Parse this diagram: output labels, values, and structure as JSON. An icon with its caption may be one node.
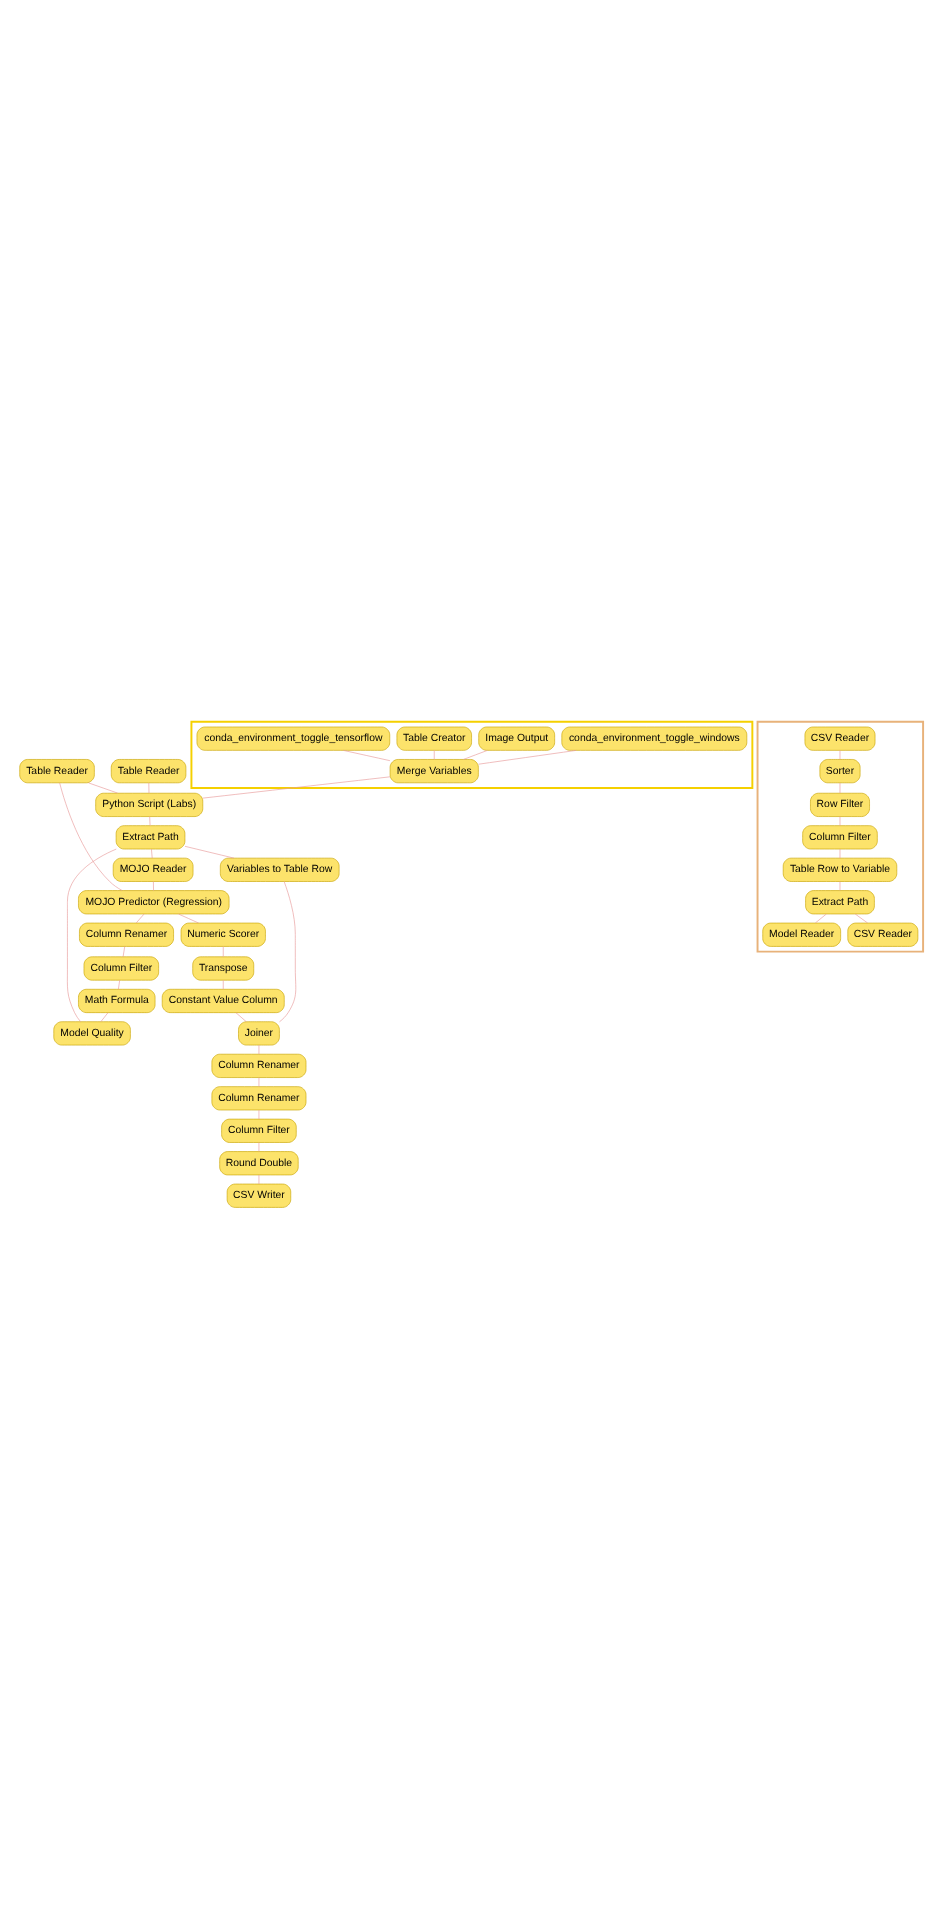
{
  "diagram": {
    "nodes": [
      {
        "text": [],
        "shape": "box"
      },
      {
        "text": [
          "Image Output"
        ],
        "in": 0
      },
      {
        "text": [
          "Table Creator"
        ],
        "in": 0
      },
      {
        "text": [
          "conda_environment_toggle_tensorflow"
        ],
        "in": 0
      },
      {
        "text": [
          "conda_environment_toggle_windows"
        ],
        "in": 0
      },
      {
        "text": [
          "Merge Variables"
        ],
        "in": 0
      },
      {
        "text": [
          "Table Reader"
        ]
      },
      {
        "text": [
          "Table Reader"
        ]
      },
      {
        "text": [
          "Python Script (Labs)"
        ]
      },
      {
        "text": [
          "Extract Path"
        ]
      },
      {
        "text": [
          "Variables to Table Row"
        ]
      },
      {
        "text": [
          "Joiner"
        ]
      },
      {
        "text": [
          "MOJO Reader"
        ]
      },
      {
        "text": [
          "MOJO Predictor (Regression)"
        ]
      },
      {
        "text": [
          "Numeric Scorer"
        ]
      },
      {
        "text": [
          "Transpose"
        ]
      },
      {
        "text": [
          "Constant Value Column"
        ]
      },
      {
        "text": [
          "Column Renamer"
        ]
      },
      {
        "text": [
          "Column Filter"
        ]
      },
      {
        "text": [
          "Math Formula"
        ]
      },
      {
        "text": [
          "Column Renamer"
        ]
      },
      {
        "text": [
          "Column Renamer"
        ]
      },
      {
        "text": [
          "Column Filter"
        ]
      },
      {
        "text": [
          "Round Double"
        ]
      },
      {
        "text": [
          "CSV Writer"
        ]
      },
      {
        "text": [
          "Model Quality"
        ]
      },
      {
        "text": [],
        "shape": "box"
      },
      {
        "text": [
          "CSV Reader"
        ],
        "in": 26
      },
      {
        "text": [
          "Sorter"
        ],
        "in": 26
      },
      {
        "text": [
          "Row Filter"
        ],
        "in": 26
      },
      {
        "text": [
          "Column Filter"
        ],
        "in": 26
      },
      {
        "text": [
          "Table Row to Variable"
        ],
        "in": 26
      },
      {
        "text": [
          "Extract Path"
        ],
        "in": 26
      },
      {
        "text": [
          "Model Reader"
        ],
        "in": 26
      },
      {
        "text": [
          "CSV Reader"
        ],
        "in": 26
      }
    ],
    "edges": [
      {
        "from": 1,
        "to": 5,
        "arrow": "none"
      },
      {
        "from": 2,
        "to": 5,
        "arrow": "none"
      },
      {
        "from": 3,
        "to": 5,
        "arrow": "none"
      },
      {
        "from": 4,
        "to": 5,
        "arrow": "none"
      },
      {
        "from": 5,
        "to": 8,
        "arrow": "none"
      },
      {
        "from": 6,
        "to": 8,
        "arrow": "none"
      },
      {
        "from": 7,
        "to": 8,
        "arrow": "none"
      },
      {
        "from": 8,
        "to": 9,
        "arrow": "none"
      },
      {
        "from": 9,
        "to": 10,
        "arrow": "none"
      },
      {
        "from": 10,
        "to": 11,
        "arrow": "none"
      },
      {
        "from": 9,
        "to": 12,
        "arrow": "none"
      },
      {
        "from": 12,
        "to": 13,
        "arrow": "none"
      },
      {
        "from": 7,
        "to": 13,
        "arrow": "none"
      },
      {
        "from": 13,
        "to": 14,
        "arrow": "none"
      },
      {
        "from": 14,
        "to": 15,
        "arrow": "none"
      },
      {
        "from": 15,
        "to": 16,
        "arrow": "none"
      },
      {
        "from": 16,
        "to": 11,
        "arrow": "none"
      },
      {
        "from": 13,
        "to": 17,
        "arrow": "none"
      },
      {
        "from": 17,
        "to": 18,
        "arrow": "none"
      },
      {
        "from": 18,
        "to": 19,
        "arrow": "none"
      },
      {
        "from": 19,
        "to": 25,
        "arrow": "none"
      },
      {
        "from": 9,
        "to": 25,
        "arrow": "none"
      },
      {
        "from": 11,
        "to": 20,
        "arrow": "none"
      },
      {
        "from": 20,
        "to": 21,
        "arrow": "none"
      },
      {
        "from": 21,
        "to": 22,
        "arrow": "none"
      },
      {
        "from": 22,
        "to": 23,
        "arrow": "none"
      },
      {
        "from": 23,
        "to": 24,
        "arrow": "none"
      },
      {
        "from": 27,
        "to": 28,
        "arrow": "none"
      },
      {
        "from": 28,
        "to": 29,
        "arrow": "none"
      },
      {
        "from": 29,
        "to": 30,
        "arrow": "none"
      },
      {
        "from": 30,
        "to": 31,
        "arrow": "none"
      },
      {
        "from": 31,
        "to": 32,
        "arrow": "none"
      },
      {
        "from": 32,
        "to": 33,
        "arrow": "none"
      },
      {
        "from": 32,
        "to": 34,
        "arrow": "none"
      }
    ]
  }
}
